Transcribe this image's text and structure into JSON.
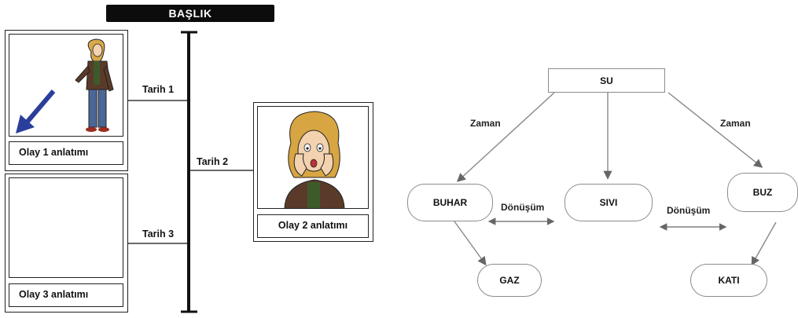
{
  "timeline": {
    "title": "BAŞLIK",
    "events": [
      {
        "date": "Tarih 1",
        "caption": "Olay 1 anlatımı"
      },
      {
        "date": "Tarih 2",
        "caption": "Olay 2 anlatımı"
      },
      {
        "date": "Tarih 3",
        "caption": "Olay 3 anlatımı"
      }
    ]
  },
  "flow": {
    "nodes": {
      "root": "SU",
      "left": "BUHAR",
      "center": "SIVI",
      "right": "BUZ",
      "left_child": "GAZ",
      "right_child": "KATI"
    },
    "edge_labels": {
      "left_time": "Zaman",
      "right_time": "Zaman",
      "left_transform": "Dönüşüm",
      "right_transform": "Dönüşüm"
    }
  },
  "colors": {
    "arrow_blue": "#2a3f9c",
    "node_border": "#8c8c8c",
    "line_gray": "#888888"
  }
}
